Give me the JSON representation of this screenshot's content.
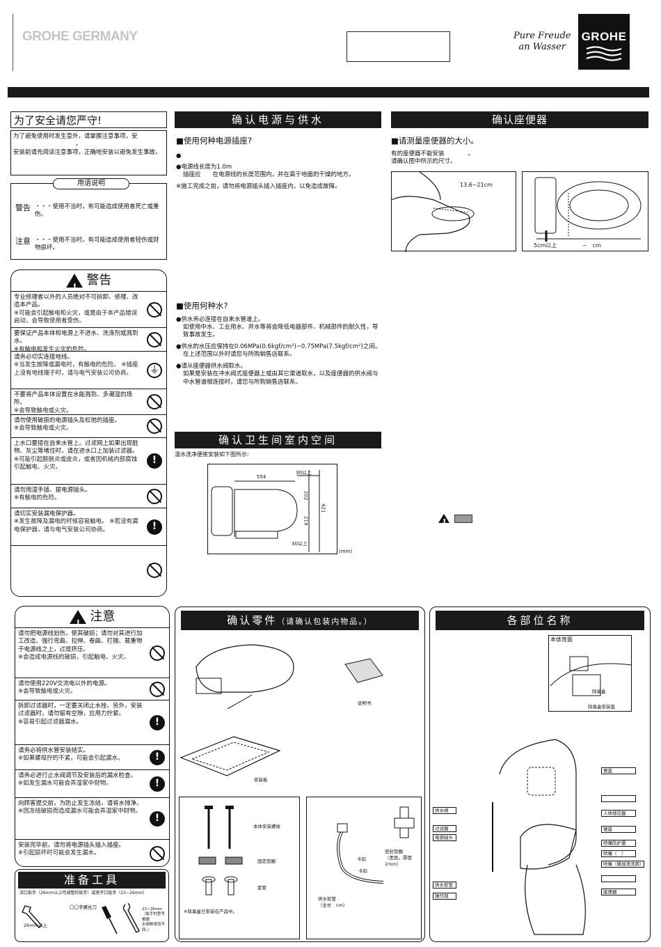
{
  "header": {
    "brand_left": "GROHE GERMANY",
    "slogan_line1": "Pure Freude",
    "slogan_line2": "an Wasser",
    "logo_text": "GROHE"
  },
  "safety": {
    "title": "为了安全请您严守!",
    "intro1": "为了避免使用时发生意外，请掌握注意事项，安",
    "intro1b": "。",
    "intro2": "安装前请先阅读注意事项，正确地安装以避免发生事故。",
    "terms_title": "用语说明",
    "warn_term": "警告",
    "warn_desc": "・・・使用不当时，有可能造成使用者死亡或重伤。",
    "caution_term": "注意",
    "caution_desc": "・・・使用不当时，有可能造成使用者轻伤或财物损坏。"
  },
  "warning": {
    "title": "警告",
    "items": [
      {
        "main": "专业修理者以外的人员绝对不可拆卸、修理、改造本产品。",
        "sub": "※可能会引起触电和火灾，或是由于本产品错误启动，会导致使用者受伤。"
      },
      {
        "main": "要保证产品本体和电源上不进水、洗涤剂或溅到水。",
        "sub": "※有触电和发生火灾的危险。"
      },
      {
        "main": "请务必切实连接地线。",
        "sub": "※当发生故障或漏电时，有触电的危险。 ※插座上没有地线端子时，请与电气安装公司协商。"
      },
      {
        "main": "不要将产品本体设置在水能溅到、多潮湿的场所。",
        "sub": "※会导致触电或火灾。"
      },
      {
        "main": "请勿使用破损的电源插头及松弛的插座。",
        "sub": "※会导致触电或火灾。"
      },
      {
        "main": "上水口要接在自来水管上。过滤网上如果出现脏物、灰尘等堵住时，请在进水口上加装过滤器。",
        "sub": "※可能引起膀胱炎或皮炎，或者因机械内部腐蚀引起触电、火灾。"
      },
      {
        "main": "请勿用湿手插、拔电源插头。",
        "sub": "※有触电的危险。"
      },
      {
        "main": "请切实安装漏电保护器。",
        "sub": "※发生故障及漏电的时候容易触电。 ※若没有漏电保护器，请与电气安装公司协商。"
      },
      {
        "main": "",
        "sub": ""
      }
    ]
  },
  "caution": {
    "title": "注意",
    "items": [
      {
        "main": "请勿把电源线划伤，使其破损；请勿对其进行加工改造、强行弯曲、拉伸、卷曲、打捆、载重物于电源线之上，过度挤压。",
        "sub": "※会造成电源线的破损，引起触电、火灾。"
      },
      {
        "main": "请勿使用220V交流电以外的电源。",
        "sub": "※会导致触电或火灾。"
      },
      {
        "main": "拆卸过滤器时，一定要关闭止水栓。另外，安装过滤器时，请勿留有空隙，应用力拧紧。",
        "sub": "※容易引起过滤器漏水。"
      },
      {
        "main": "请务必将供水管安装结实。",
        "sub": "※如果螺母拧的不紧，可能会引起漏水。"
      },
      {
        "main": "请务必进行止水阀调节及安装后的漏水检查。",
        "sub": "※如发生漏水可能会弄湿家中财物。"
      },
      {
        "main": "向顾客提交前，为防止发生冻结，请将水排净。",
        "sub": "※因冻结破损而造成漏水可能会弄湿家中财物。"
      },
      {
        "main": "安装完毕前，请勿将电源插头插入插座。",
        "sub": "※引起损坏时可能会发生漏水。"
      }
    ]
  },
  "tools": {
    "title": "准备工具",
    "line": "活口扳手（26mm以上可调整的扳手）或者开口扳手（23~26mm）",
    "screwdriver": "〇〇字螺丝刀",
    "wrench_note": "26mm以上",
    "spanner_note1": "23~26mm",
    "spanner_note2": "（扳手的型号根据",
    "spanner_note3": "水阀种类而不同。）"
  },
  "power": {
    "title": "确认电源与供水",
    "h1": "■使用何种电源插座?",
    "b1": "●",
    "b2a": "●电源线长度为1.0m",
    "b2b": "插座应　　在电源线的长度范围内，并在高于地面的干燥的地方。",
    "note": "※施工完成之前，请勿将电源插头插入插座内，以免造成故障。",
    "h2": "■使用何种水?",
    "w1a": "●供水务必连接在自来水管道上。",
    "w1b": "如使用中水、工业用水、井水等将会降低电器部件、机械部件的耐久性，导致事故发生。",
    "w2a": "●供水的水压应保持在0.06MPa(0.6kgf/cm²)~0.75MPa(7.5kgf/cm²)之间。",
    "w2b": "在上述范围以外时请您与所购销售店联系。",
    "w3a": "●请从座便器供水阀取水。",
    "w3b": "如果是安装在冲水阀式座便器上或由其它渠道取水，以及座便器的供水阀与中水管道相连接时，请您与所购销售店联系。"
  },
  "toilet": {
    "title": "确认座便器",
    "h": "■请测量座便器的大小。",
    "t1": "有的座便器不能安装　　　　。",
    "t2": "请确认图中所示的尺寸。",
    "dim1": "13.6~21cm",
    "dim2": "5cm以上",
    "dim3": "~　cm"
  },
  "space": {
    "title": "确认卫生间室内空间",
    "desc": "温水洗净便座安装如下图所示:",
    "d554": "554",
    "d30a": "30以上",
    "d202": "202",
    "d219": "219",
    "d421": "421",
    "d30b": "30以上",
    "unit": "(mm)"
  },
  "parts": {
    "title": "确认零件",
    "title_sub": "（请确认包装内物品。）",
    "manual": "说明书",
    "plate": "安装板",
    "bolt": "本体安装螺栓",
    "pad": "固定垫圈",
    "sleeve": "套管",
    "clip1": "卡扣",
    "clip2": "卡扣",
    "seal1": "密封垫圈",
    "seal2": "（黑色，厚度2mm）",
    "hose": "供水软管",
    "hose_len": "（全长　cm）",
    "note": "※除臭盒已安装在产品中。"
  },
  "names": {
    "title": "各部位名称",
    "back": "本体背面",
    "deodor": "除臭盒",
    "deodor_cover": "除臭盒安装盖",
    "lid": "便盖",
    "sensor": "人体感应器",
    "seat": "便座",
    "splash": "喷嘴防护罩",
    "nozzle1": "喷嘴（　）",
    "nozzle2": "喷嘴（臀部清洗用）",
    "bowl": "座便器",
    "valve": "供水阀",
    "filter": "过滤器",
    "plug": "电源插头",
    "hose": "供水软管",
    "panel": "操作部"
  }
}
